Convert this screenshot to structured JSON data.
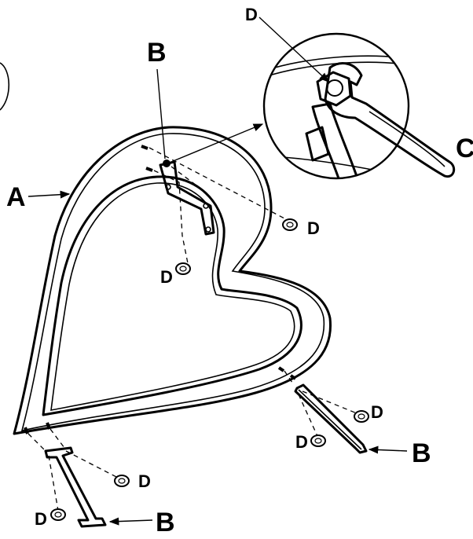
{
  "labels": {
    "panel": "A",
    "bracket_top": "B",
    "bracket_right": "B",
    "bracket_bottom": "B",
    "wrench": "C",
    "nut_detail": "D",
    "nut_1": "D",
    "nut_2": "D",
    "nut_3": "D",
    "nut_4": "D",
    "nut_5": "D",
    "nut_6": "D"
  }
}
